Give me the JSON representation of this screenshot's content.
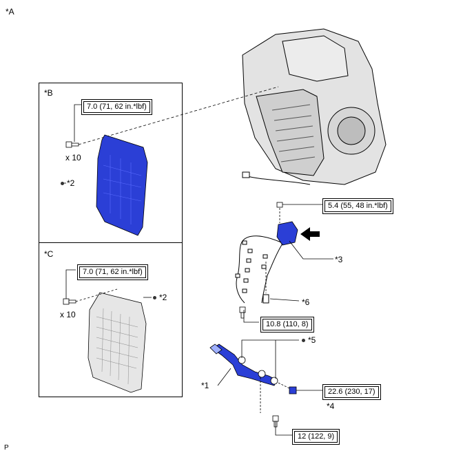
{
  "labels": {
    "view_a": "*A",
    "view_b": "*B",
    "view_c": "*C",
    "part1": "*1",
    "part2_b": "*2",
    "part2_c": "*2",
    "part3": "*3",
    "part4": "*4",
    "part5": "*5",
    "part6": "*6",
    "qty_b": "x 10",
    "qty_c": "x 10",
    "corner": "P"
  },
  "torque": {
    "pan_b": "7.0 (71, 62 in.*lbf)",
    "pan_c": "7.0 (71, 62 in.*lbf)",
    "solenoid": "5.4 (55, 48 in.*lbf)",
    "harness": "10.8 (110, 8)",
    "union": "22.6 (230, 17)",
    "pipe": "12 (122, 9)"
  },
  "colors": {
    "highlight": "#2b3fd6",
    "outline": "#000000",
    "housing": "#d9d9d9"
  },
  "icons": {
    "arrow": "arrow-left-icon",
    "dot": "apply-dot-icon"
  }
}
